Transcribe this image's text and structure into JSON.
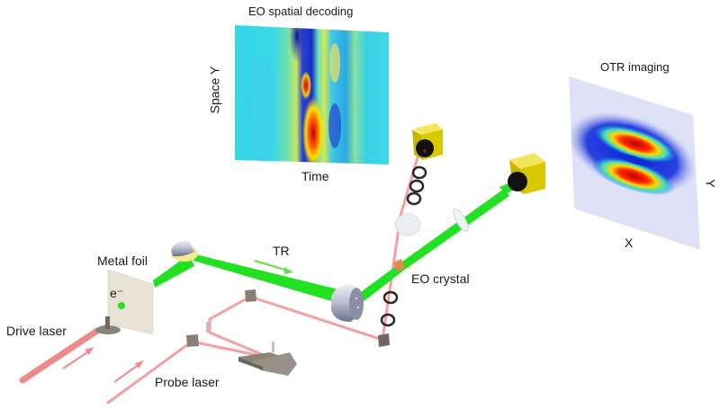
{
  "labels": {
    "eo_title": "EO spatial decoding",
    "eo_yaxis": "Space Y",
    "eo_xaxis": "Time",
    "otr_title": "OTR imaging",
    "otr_x": "X",
    "otr_y": "Y",
    "metal_foil": "Metal foil",
    "electron": "e⁻",
    "drive_laser": "Drive laser",
    "probe_laser": "Probe laser",
    "tr": "TR",
    "eo_crystal": "EO crystal"
  },
  "colors": {
    "tr_beam": "#22e022",
    "laser_beam": "#f08a8a",
    "camera_body": "#e8d600",
    "camera_lens": "#111111",
    "foil": "#e9e2d6",
    "eo_crystal": "#e8884a",
    "mirror": "#8a7f76",
    "lens_ring": "#2a2a2a"
  },
  "components": [
    {
      "id": "metal-foil",
      "label": "Metal foil"
    },
    {
      "id": "parabolic-mirror-1"
    },
    {
      "id": "parabolic-mirror-2"
    },
    {
      "id": "eo-crystal",
      "label": "EO crystal"
    },
    {
      "id": "camera-eo"
    },
    {
      "id": "camera-otr"
    },
    {
      "id": "delay-stage"
    }
  ]
}
